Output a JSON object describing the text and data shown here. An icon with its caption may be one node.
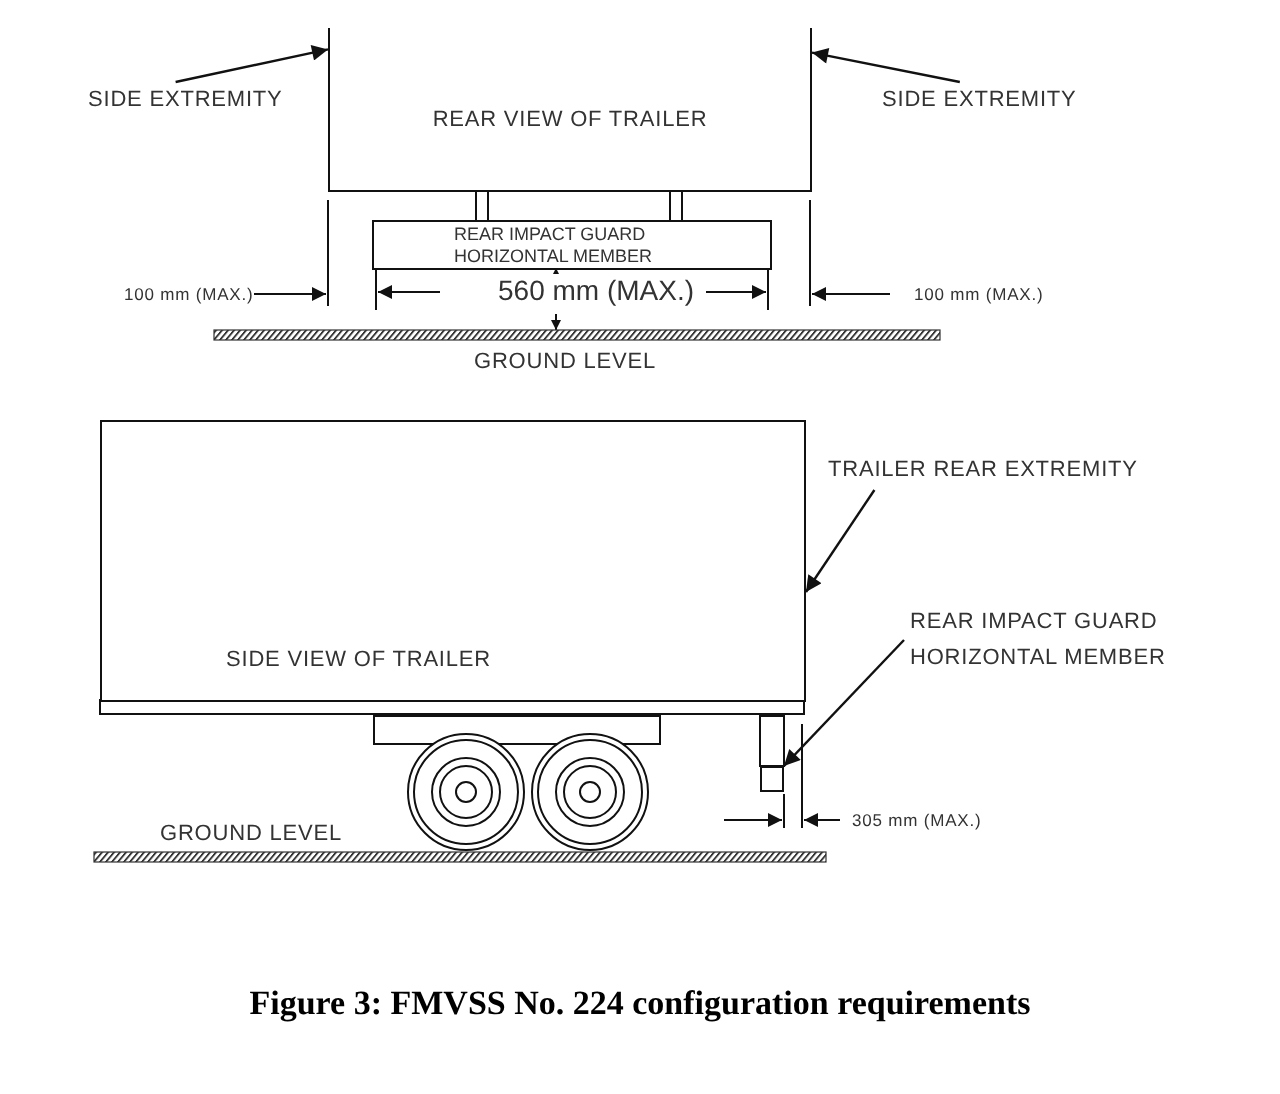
{
  "diagram": {
    "caption": "Figure 3: FMVSS No. 224 configuration requirements",
    "nodes": [
      {
        "text": [
          "REAR VIEW OF TRAILER"
        ]
      },
      {
        "text": [
          "SIDE EXTREMITY"
        ]
      },
      {
        "text": [
          "SIDE EXTREMITY"
        ]
      },
      {
        "text": [
          "REAR IMPACT GUARD HORIZONTAL MEMBER"
        ]
      },
      {
        "text": [
          "SIDE VIEW OF TRAILER"
        ]
      },
      {
        "text": [
          "TRAILER REAR EXTREMITY"
        ]
      },
      {
        "text": [
          "REAR IMPACT GUARD HORIZONTAL MEMBER"
        ]
      },
      {
        "text": [],
        "shape": "box"
      }
    ],
    "edges": [
      {
        "from": 1,
        "to": 0,
        "arrow": "to"
      },
      {
        "from": 2,
        "to": 0,
        "arrow": "to"
      },
      {
        "from": 5,
        "to": 4,
        "arrow": "to"
      },
      {
        "from": 6,
        "to": 7,
        "arrow": "to"
      }
    ],
    "labels": [
      "100 mm (MAX.)",
      "560 mm (MAX.)",
      "100 mm (MAX.)",
      "GROUND LEVEL",
      "GROUND LEVEL",
      "305 mm (MAX.)"
    ]
  }
}
